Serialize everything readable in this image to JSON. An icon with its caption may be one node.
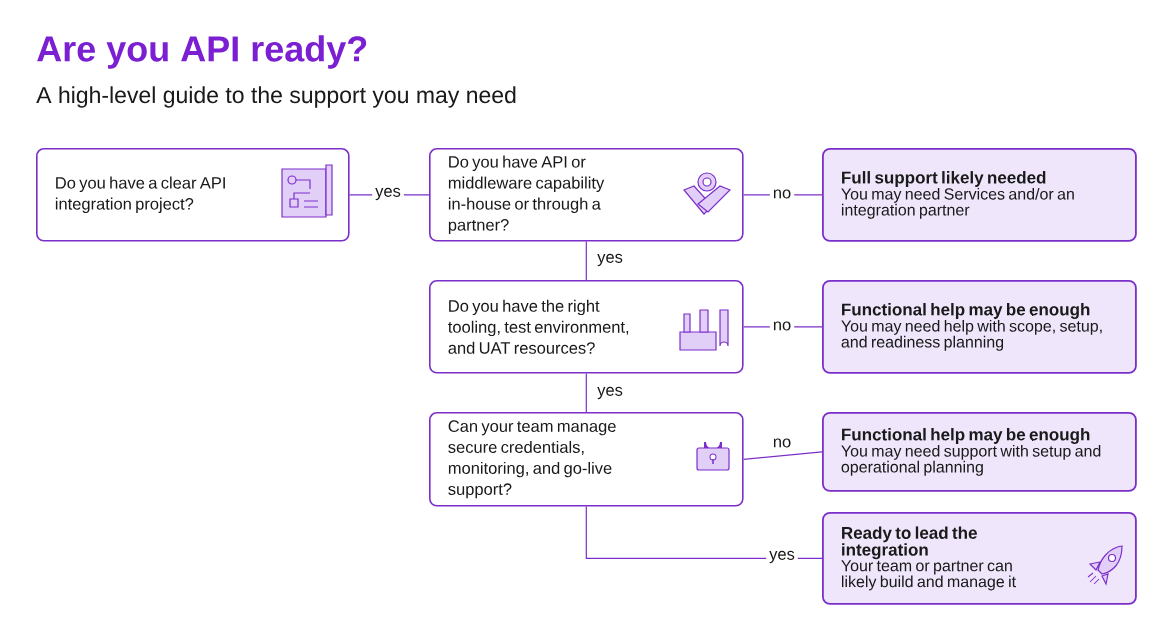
{
  "diagram": {
    "title": "Are you API ready?",
    "caption": "A high-level guide to the support you may need",
    "nodes": [
      {
        "text": [
          "Do you have a clear API integration project?"
        ]
      },
      {
        "text": [
          "Do you have API or middleware capability in-house or through a partner?"
        ]
      },
      {
        "text": [
          "Full support likely needed",
          "You may need Services and/or an integration partner"
        ]
      },
      {
        "text": [
          "Do you have the right tooling, test environment, and UAT resources?"
        ]
      },
      {
        "text": [
          "Functional help may be enough",
          "You may need help with scope, setup, and readiness planning"
        ]
      },
      {
        "text": [
          "Can your team manage secure credentials, monitoring, and go-live support?"
        ]
      },
      {
        "text": [
          "Functional help may be enough",
          "You may need support with setup and operational planning"
        ]
      },
      {
        "text": [
          "Ready to lead the integration",
          "Your team or partner can likely build and manage it"
        ]
      }
    ],
    "edges": [
      {
        "from": 0,
        "to": 1,
        "arrow": "none",
        "label": "yes"
      },
      {
        "from": 1,
        "to": 2,
        "arrow": "none",
        "label": "no"
      },
      {
        "from": 1,
        "to": 3,
        "arrow": "none",
        "label": "yes"
      },
      {
        "from": 3,
        "to": 4,
        "arrow": "none",
        "label": "no"
      },
      {
        "from": 3,
        "to": 5,
        "arrow": "none",
        "label": "yes"
      },
      {
        "from": 5,
        "to": 6,
        "arrow": "none",
        "label": "no"
      },
      {
        "from": 5,
        "to": 7,
        "arrow": "none",
        "label": "yes"
      }
    ]
  }
}
